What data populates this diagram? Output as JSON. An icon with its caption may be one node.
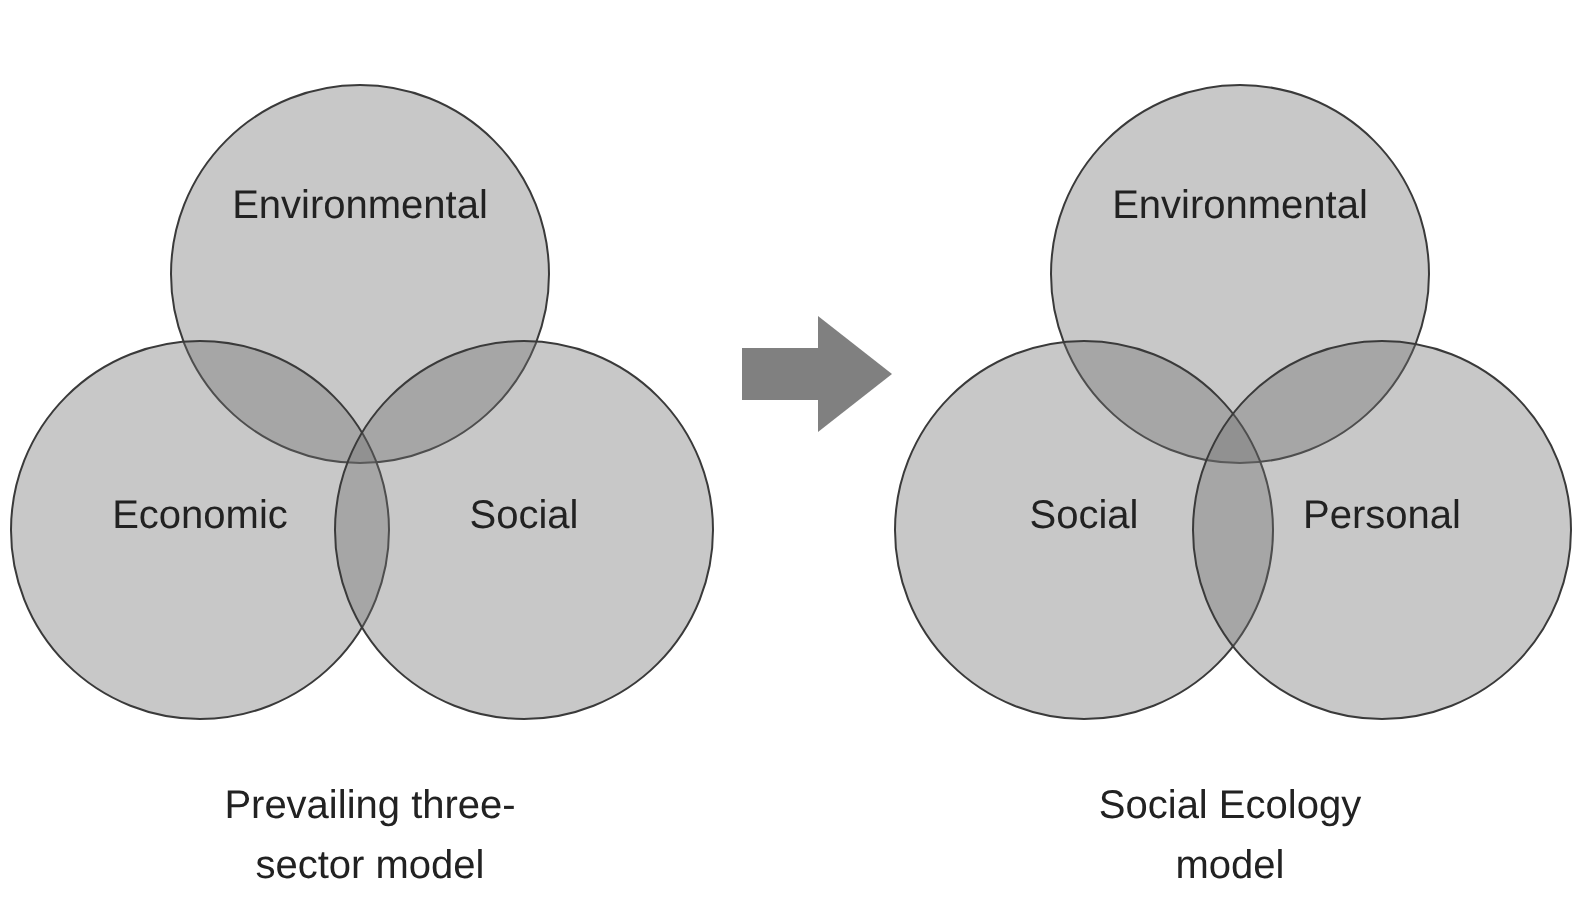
{
  "diagram": {
    "nodes": [
      {
        "text": [
          "Prevailing three-sector model"
        ]
      },
      {
        "text": [
          "Environmental"
        ],
        "in": 0
      },
      {
        "text": [
          "Economic"
        ],
        "in": 0
      },
      {
        "text": [
          "Social"
        ],
        "in": 0
      },
      {
        "text": [
          "Social Ecology model"
        ]
      },
      {
        "text": [
          "Environmental"
        ],
        "in": 4
      },
      {
        "text": [
          "Social"
        ],
        "in": 4
      },
      {
        "text": [
          "Personal"
        ],
        "in": 4
      }
    ],
    "edges": [
      {
        "from": 0,
        "to": 4,
        "arrow": "to"
      }
    ]
  }
}
